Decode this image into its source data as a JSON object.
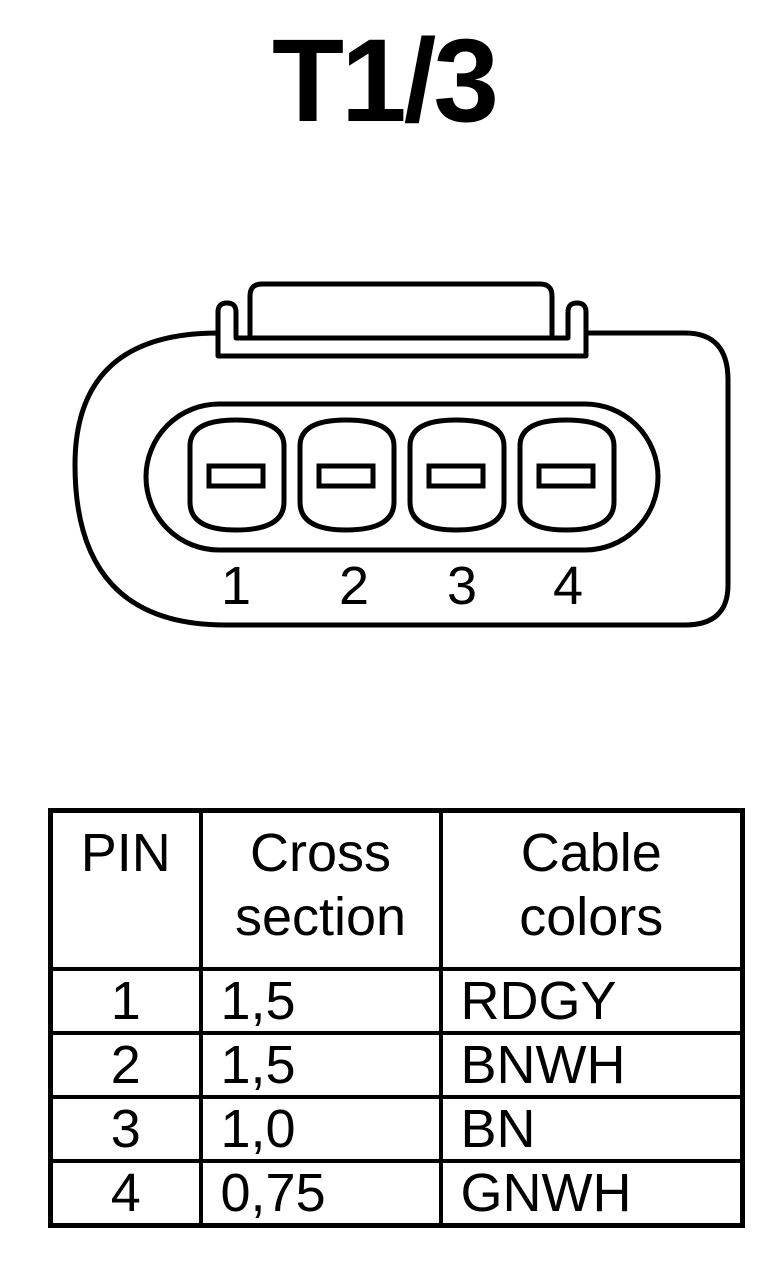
{
  "title": "T1/3",
  "connector": {
    "pins": [
      "1",
      "2",
      "3",
      "4"
    ]
  },
  "table": {
    "headers": {
      "pin": "PIN",
      "cross_section_line1": "Cross",
      "cross_section_line2": "section",
      "cable_colors_line1": "Cable",
      "cable_colors_line2": "colors"
    },
    "rows": [
      {
        "pin": "1",
        "cross_section": "1,5",
        "color": "RDGY"
      },
      {
        "pin": "2",
        "cross_section": "1,5",
        "color": "BNWH"
      },
      {
        "pin": "3",
        "cross_section": "1,0",
        "color": "BN"
      },
      {
        "pin": "4",
        "cross_section": "0,75",
        "color": "GNWH"
      }
    ]
  }
}
